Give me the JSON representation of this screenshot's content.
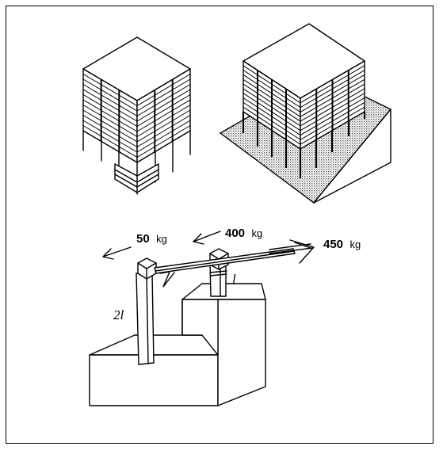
{
  "labels": {
    "force_left": {
      "value": "50",
      "unit": "kg"
    },
    "force_middle": {
      "value": "400",
      "unit": "kg"
    },
    "force_right": {
      "value": "450",
      "unit": "kg"
    },
    "long_column": "2l",
    "short_column": "l"
  },
  "colors": {
    "ink": "#000000",
    "paper": "#ffffff",
    "hatch": "#6a6a6a"
  }
}
